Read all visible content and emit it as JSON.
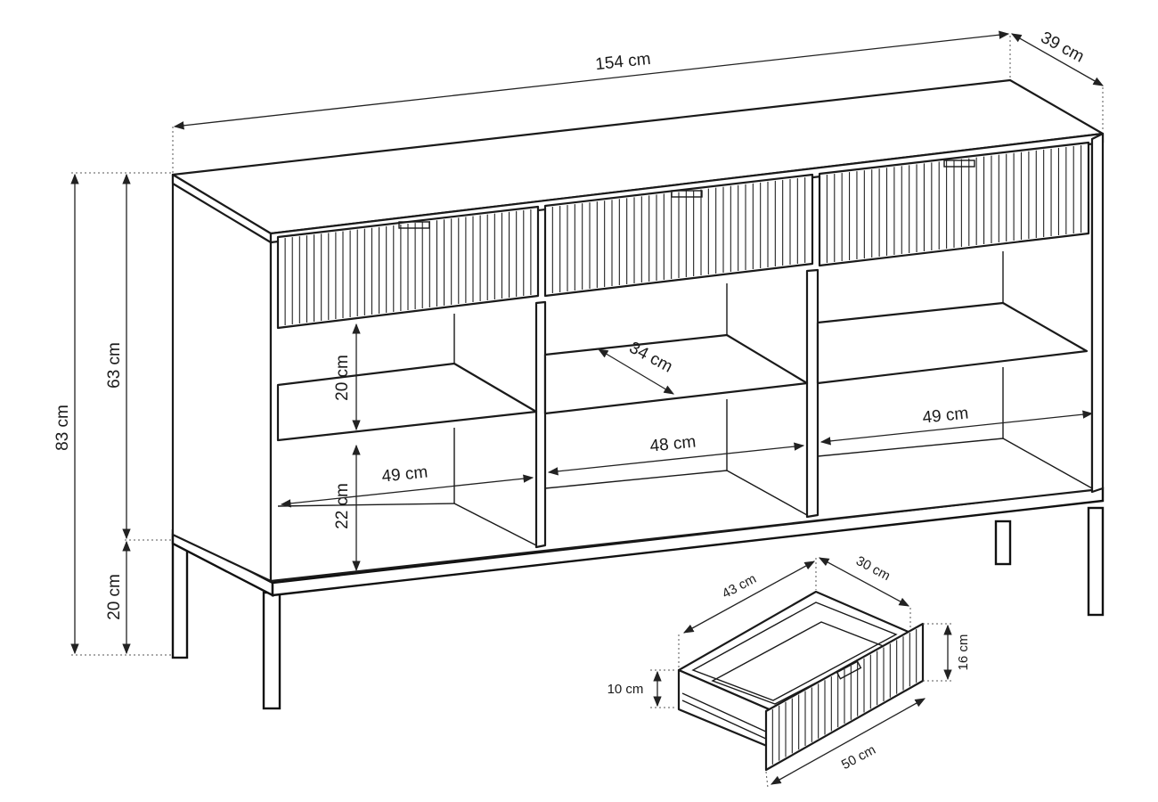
{
  "dimensions": {
    "width": "154 cm",
    "depth": "39 cm",
    "total_height": "83 cm",
    "body_height": "63 cm",
    "leg_height": "20 cm",
    "shelf_gap_upper": "20 cm",
    "shelf_gap_lower": "22 cm",
    "shelf_depth": "34 cm",
    "compartment_left_width": "49 cm",
    "compartment_middle_width": "48 cm",
    "compartment_right_width": "49 cm"
  },
  "drawer": {
    "depth": "43 cm",
    "inner_width": "30 cm",
    "front_height": "16 cm",
    "box_height": "10 cm",
    "front_width": "50 cm"
  },
  "colors": {
    "line": "#1a1a1a",
    "background": "#ffffff"
  }
}
